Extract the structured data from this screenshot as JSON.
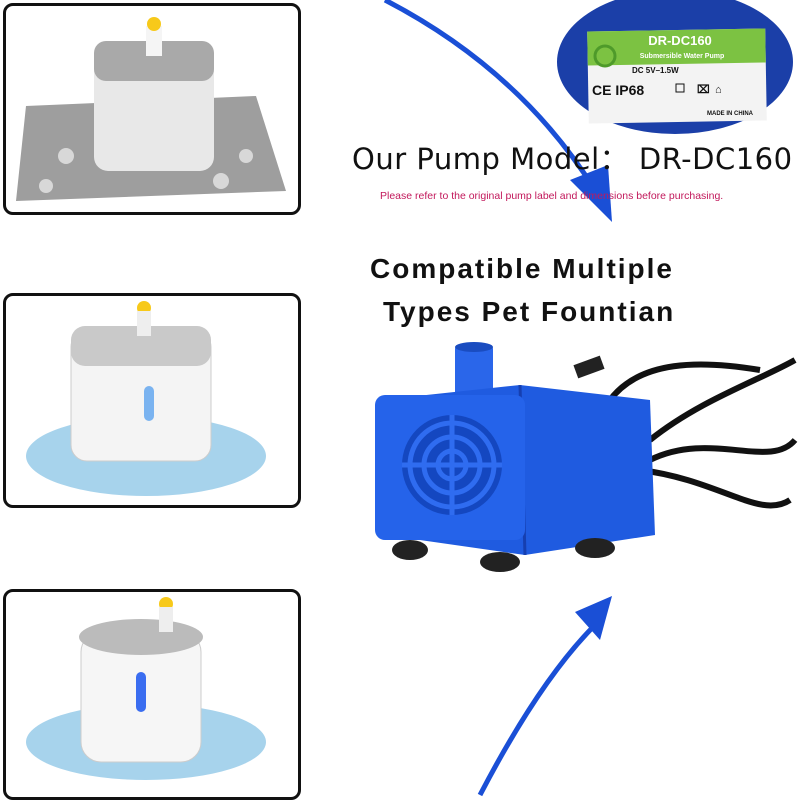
{
  "label": {
    "model": "DR-DC160",
    "subtitle": "Submersible Water Pump",
    "rating": "DC 5V–1.5W",
    "marks": "CE IP68",
    "origin": "MADE IN CHINA"
  },
  "heading": {
    "model_line": "Our Pump Model： DR-DC160",
    "note": "Please refer to the original pump label and dimensions before purchasing.",
    "compat_line1": "Compatible Multiple",
    "compat_line2": "Types Pet Fountian"
  },
  "colors": {
    "arrow": "#1a4fd6",
    "pump": "#1f5be0",
    "label_green": "#7cc242",
    "note": "#c2185b"
  }
}
